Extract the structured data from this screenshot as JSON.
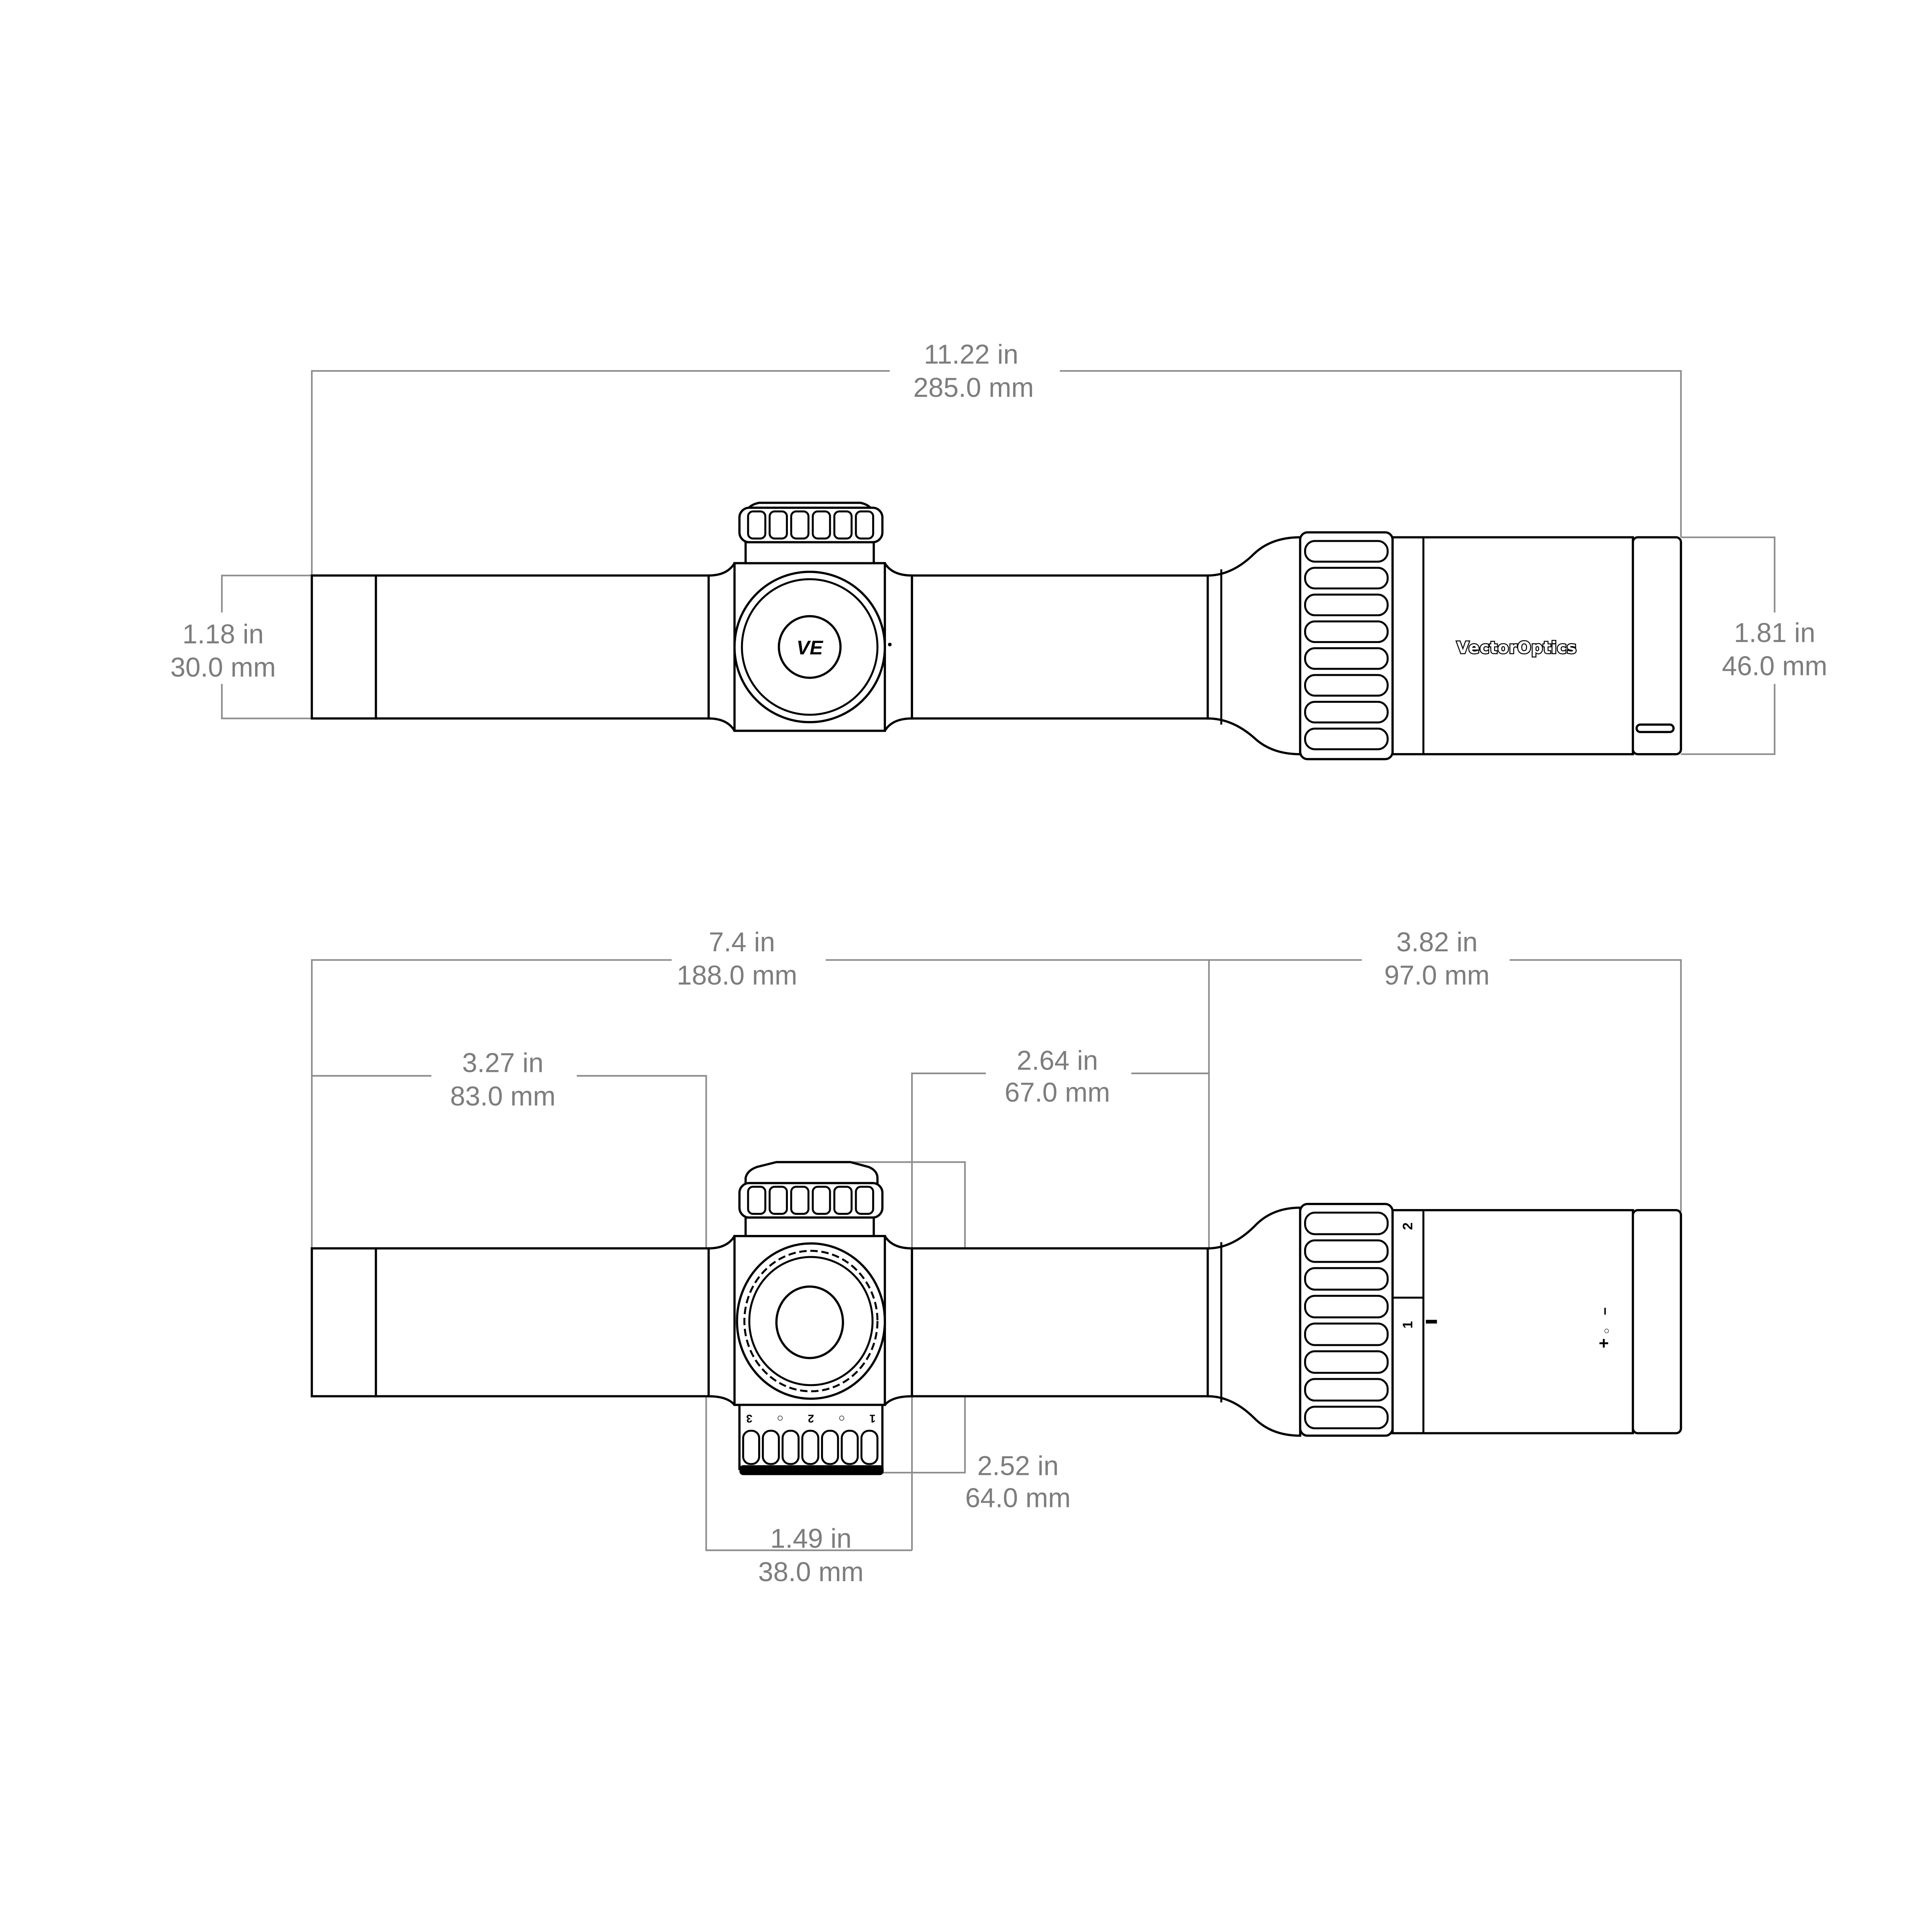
{
  "top_view": {
    "overall_length": {
      "in": "11.22 in",
      "mm": "285.0 mm"
    },
    "tube_diameter": {
      "in": "1.18 in",
      "mm": "30.0 mm"
    },
    "objective_diameter": {
      "in": "1.81 in",
      "mm": "46.0 mm"
    },
    "logo_text": "VectorOptics",
    "badge_text": "VE"
  },
  "side_view": {
    "front_length": {
      "in": "7.4 in",
      "mm": "188.0 mm"
    },
    "rear_length": {
      "in": "3.82 in",
      "mm": "97.0 mm"
    },
    "eyepiece_to_turret": {
      "in": "3.27 in",
      "mm": "83.0 mm"
    },
    "turret_to_flare": {
      "in": "2.64 in",
      "mm": "67.0 mm"
    },
    "turret_height": {
      "in": "2.52 in",
      "mm": "64.0 mm"
    },
    "saddle_length": {
      "in": "1.49 in",
      "mm": "38.0 mm"
    },
    "illumination_marks": [
      "3",
      "○",
      "2",
      "○",
      "1"
    ],
    "magnification_marks": [
      "1",
      "2"
    ],
    "parallax_marks": [
      "+",
      "○",
      "−"
    ]
  }
}
